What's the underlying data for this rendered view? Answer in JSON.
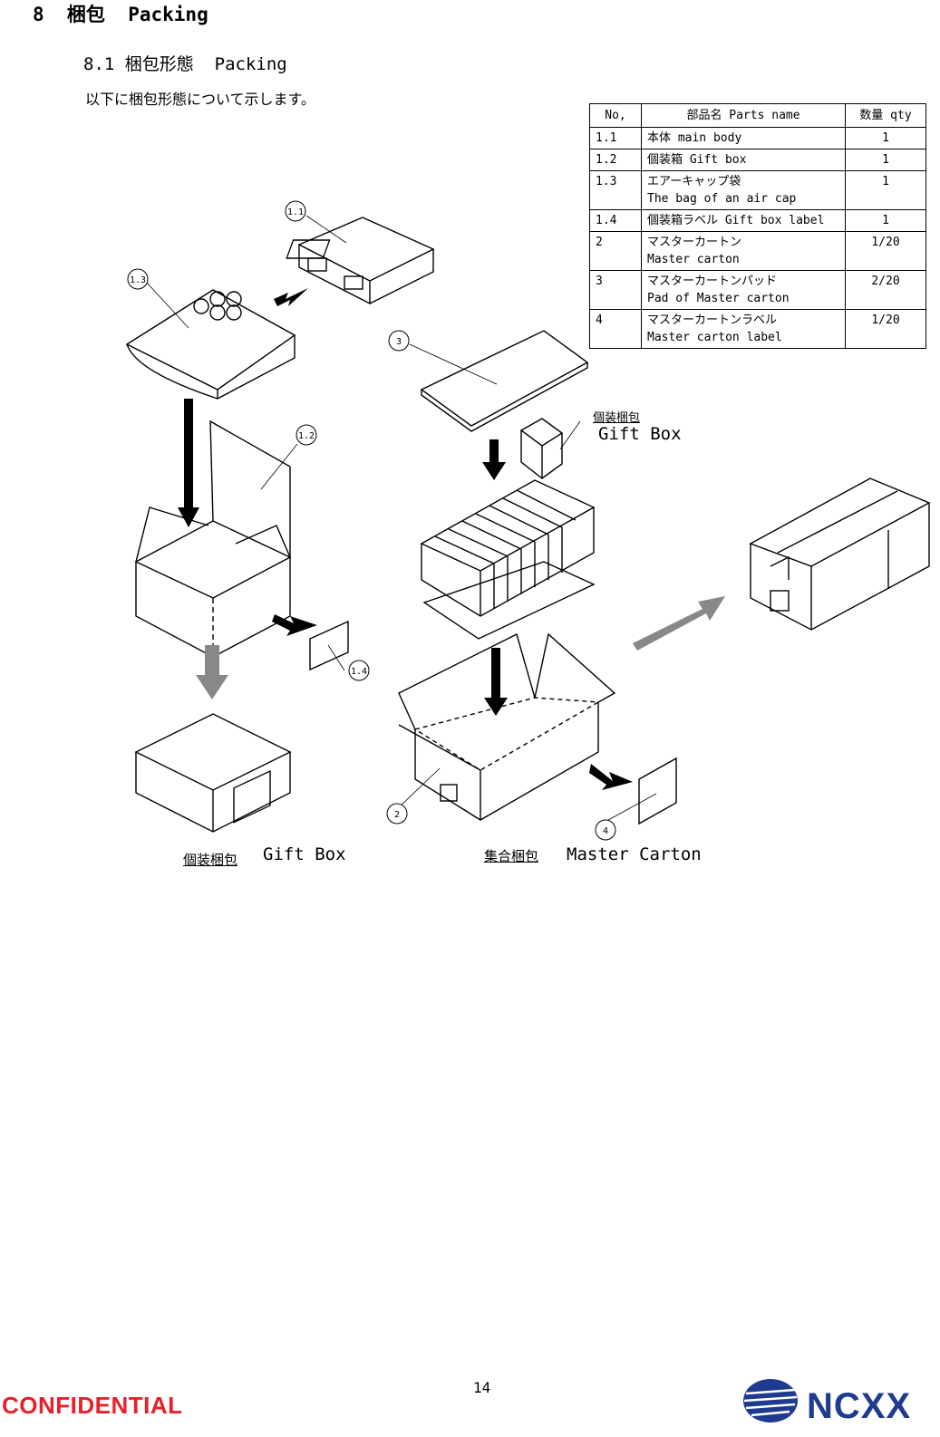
{
  "section": {
    "heading": "8  梱包  Packing"
  },
  "subsection": {
    "heading": "8.1 梱包形態  Packing",
    "intro": "以下に梱包形態について示します。"
  },
  "parts_table": {
    "headers": [
      "No,",
      "部品名  Parts name",
      "数量  qty"
    ],
    "rows": [
      {
        "no": "1.1",
        "name": "本体  main body",
        "name2": "",
        "qty": "1"
      },
      {
        "no": "1.2",
        "name": "個装箱  Gift box",
        "name2": "",
        "qty": "1"
      },
      {
        "no": "1.3",
        "name": "エアーキャップ袋",
        "name2": "The bag of an air cap",
        "qty": "1"
      },
      {
        "no": "1.4",
        "name": "個装箱ラベル Gift box label",
        "name2": "",
        "qty": "1"
      },
      {
        "no": "2",
        "name": "マスターカートン",
        "name2": "Master carton",
        "qty": "1/20"
      },
      {
        "no": "3",
        "name": "マスターカートンパッド",
        "name2": "Pad of Master carton",
        "qty": "2/20"
      },
      {
        "no": "4",
        "name": "マスターカートンラベル",
        "name2": "Master carton label",
        "qty": "1/20"
      }
    ]
  },
  "diagram": {
    "callouts": [
      "1.1",
      "1.3",
      "1.2",
      "1.4",
      "3",
      "2",
      "4"
    ],
    "gift_box_small_label": "個装梱包",
    "gift_box_label": "Gift Box",
    "caption_left_jp": "個装梱包",
    "caption_left_en": "Gift Box",
    "caption_right_jp": "集合梱包",
    "caption_right_en": "Master Carton"
  },
  "footer": {
    "confidential": "CONFIDENTIAL",
    "page_number": "14",
    "logo": "NCXX"
  }
}
